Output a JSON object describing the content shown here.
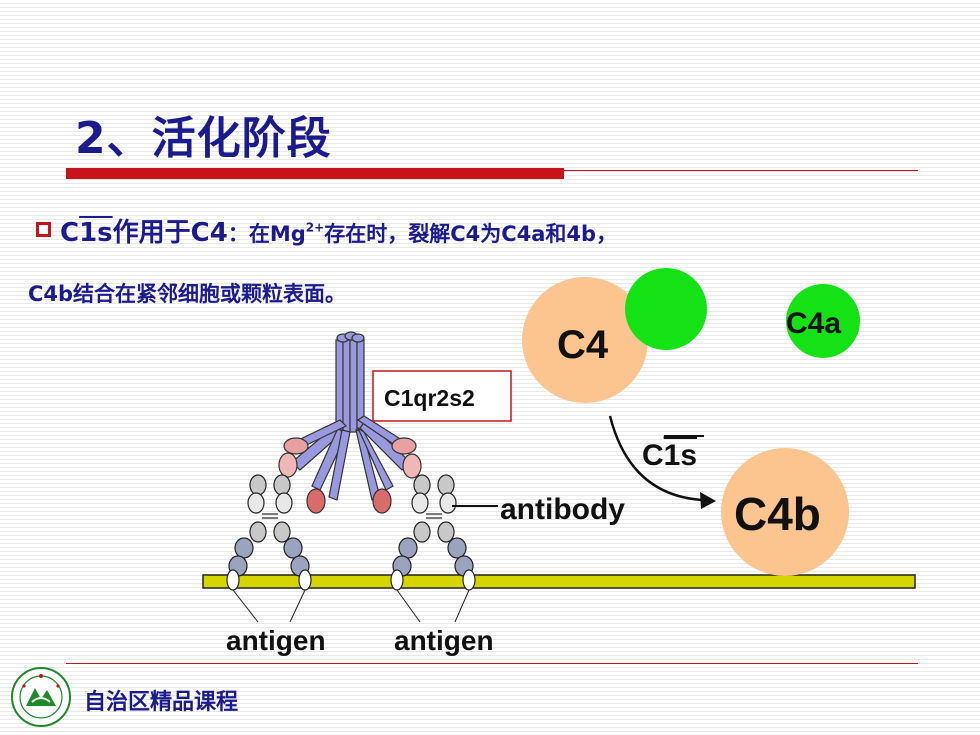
{
  "slide": {
    "title": "2、活化阶段",
    "bullet_line1": {
      "prefix": "C",
      "overbar": "1s",
      "main": "作用于C4",
      "colon": "：",
      "detail_a": "在Mg",
      "superscript": "2+",
      "detail_b": "存在时，裂解C4为C4a和4b，"
    },
    "bullet_line2": "C4b结合在紧邻细胞或颗粒表面。",
    "footer": "自治区精品课程"
  },
  "diagram": {
    "c1_label": "C1qr2s2",
    "c4": "C4",
    "c4a": "C4a",
    "c4b": "C4b",
    "enzyme_prefix": "C",
    "enzyme_overbar": "1s",
    "antibody": "antibody",
    "antigen_left": "antigen",
    "antigen_right": "antigen"
  },
  "colors": {
    "title_blue": "#1b1b8f",
    "accent_red": "#c8131b",
    "c4_peach": "#fcc48f",
    "c4a_green": "#14e214",
    "membrane_yellow": "#d5d600",
    "stalk_lavender": "#9999e0"
  },
  "icons": {
    "logo": "university-seal-logo",
    "bullet": "hollow-square-bullet"
  }
}
